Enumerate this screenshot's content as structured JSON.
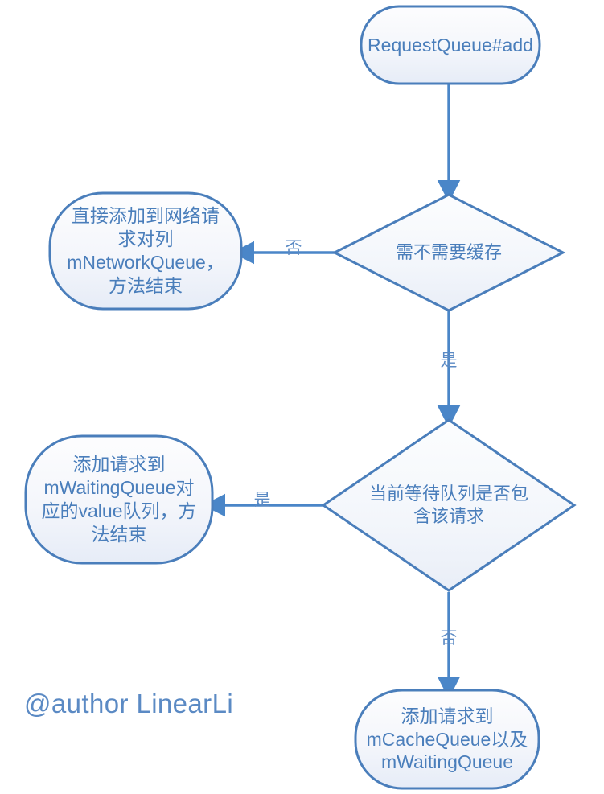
{
  "diagram": {
    "title": "RequestQueue#add flow",
    "background_color": "#ffffff",
    "stroke_color": "#4a7ebb",
    "text_color": "#4a7ebb",
    "fill_top_color": "#fbfcfe",
    "fill_bottom_color": "#e9eef8",
    "nodes": {
      "start": {
        "shape": "terminator",
        "label": "RequestQueue#add"
      },
      "decision_cache": {
        "shape": "decision",
        "label": "需不需要缓存"
      },
      "add_network_queue": {
        "shape": "terminator",
        "label": "直接添加到网络请\n求对列\nmNetworkQueue，\n方法结束"
      },
      "decision_waiting": {
        "shape": "decision",
        "label": "当前等待队列是否包\n含该请求"
      },
      "add_waiting_value": {
        "shape": "terminator",
        "label": "添加请求到\nmWaitingQueue对\n应的value队列，方\n法结束"
      },
      "add_cache_and_waiting": {
        "shape": "terminator",
        "label": "添加请求到\nmCacheQueue以及\nmWaitingQueue"
      }
    },
    "edges": [
      {
        "from": "start",
        "to": "decision_cache",
        "label": ""
      },
      {
        "from": "decision_cache",
        "to": "add_network_queue",
        "label": "否"
      },
      {
        "from": "decision_cache",
        "to": "decision_waiting",
        "label": "是"
      },
      {
        "from": "decision_waiting",
        "to": "add_waiting_value",
        "label": "是"
      },
      {
        "from": "decision_waiting",
        "to": "add_cache_and_waiting",
        "label": "否"
      }
    ],
    "watermark": "@author LinearLi"
  }
}
